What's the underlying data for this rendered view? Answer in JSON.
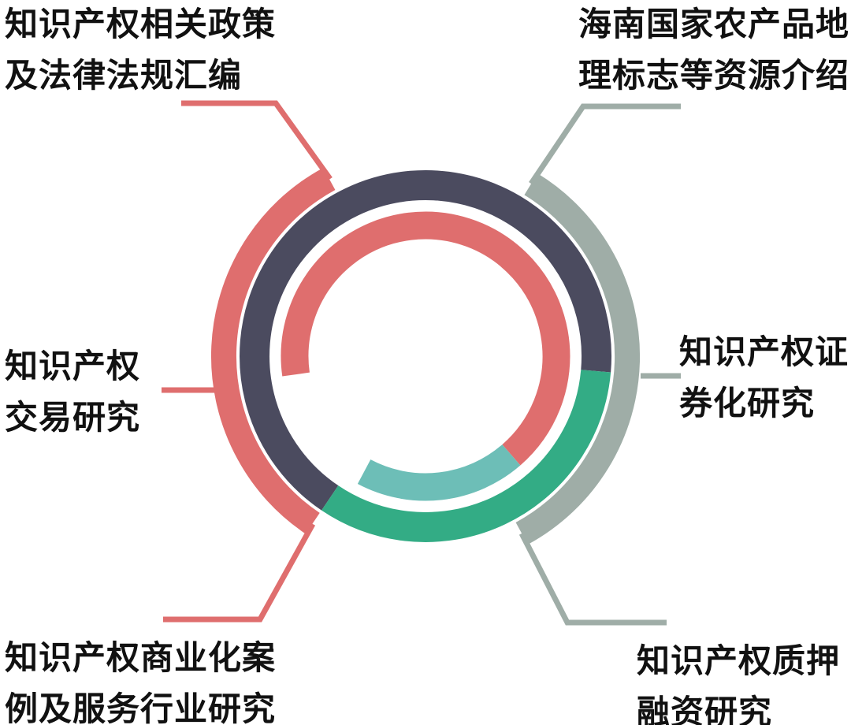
{
  "colors": {
    "coral": "#df6e6e",
    "navy": "#4b4b5f",
    "green": "#33ac85",
    "teal": "#6dbeb7",
    "gray": "#9fada7",
    "text": "#111111",
    "background": "#ffffff"
  },
  "labels": {
    "top_left": {
      "lines": [
        "知识产权相关政策",
        "及法律法规汇编"
      ],
      "accent": "coral"
    },
    "top_right": {
      "lines": [
        "海南国家农产品地",
        "理标志等资源介绍"
      ],
      "accent": "gray"
    },
    "mid_left": {
      "lines": [
        "知识产权",
        "交易研究"
      ],
      "accent": "coral"
    },
    "mid_right": {
      "lines": [
        "知识产权证",
        "券化研究"
      ],
      "accent": "gray"
    },
    "bottom_left": {
      "lines": [
        "知识产权商业化案",
        "例及服务行业研究"
      ],
      "accent": "coral"
    },
    "bottom_right": {
      "lines": [
        "知识产权质押",
        "融资研究"
      ],
      "accent": "gray"
    }
  }
}
